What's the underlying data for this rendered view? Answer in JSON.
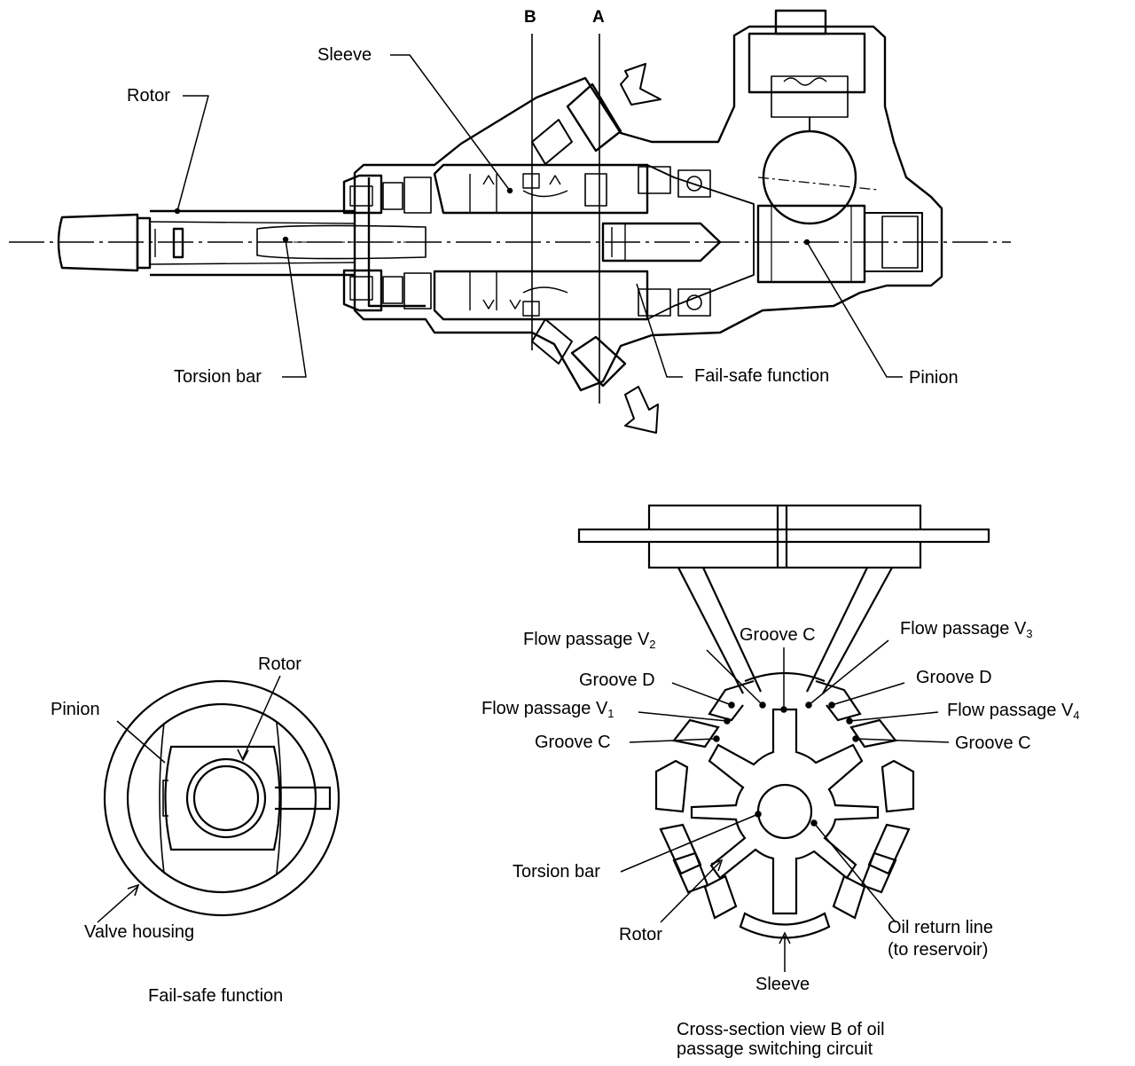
{
  "assembly": {
    "section_b": "B",
    "section_a": "A",
    "sleeve": "Sleeve",
    "rotor": "Rotor",
    "torsion_bar": "Torsion bar",
    "fail_safe_function": "Fail-safe function",
    "pinion": "Pinion"
  },
  "failsafe_view": {
    "rotor": "Rotor",
    "pinion": "Pinion",
    "valve_housing": "Valve housing",
    "caption": "Fail-safe function"
  },
  "cross_section": {
    "flow_v2": {
      "text": "Flow passage V",
      "sub": "2"
    },
    "groove_c_top": "Groove C",
    "flow_v3": {
      "text": "Flow passage V",
      "sub": "3"
    },
    "groove_d_left": "Groove D",
    "groove_d_right": "Groove D",
    "flow_v1": {
      "text": "Flow passage V",
      "sub": "1"
    },
    "flow_v4": {
      "text": "Flow passage V",
      "sub": "4"
    },
    "groove_c_left": "Groove C",
    "groove_c_right": "Groove C",
    "torsion_bar": "Torsion bar",
    "rotor": "Rotor",
    "oil_return_line": "Oil return line",
    "to_reservoir": "(to reservoir)",
    "sleeve": "Sleeve",
    "caption_line1": "Cross-section view B of oil",
    "caption_line2": "passage switching circuit"
  }
}
